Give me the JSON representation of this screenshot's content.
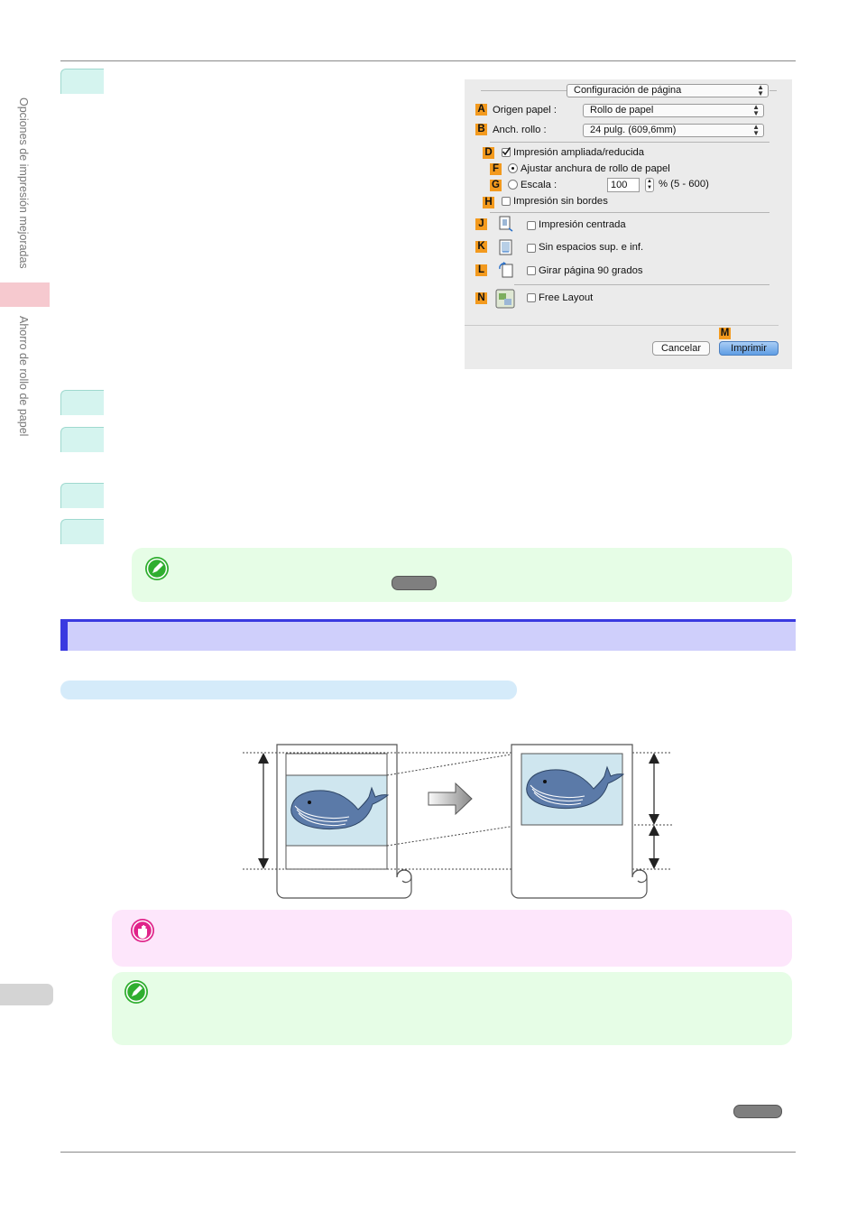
{
  "sidebar": {
    "section_label": "Opciones de impresión mejoradas",
    "chapter_label": "Ahorro de rollo de papel"
  },
  "dialog": {
    "header_select": "Configuración de página",
    "rows": [
      {
        "letter": "A",
        "label": "Origen papel :",
        "value": "Rollo de papel"
      },
      {
        "letter": "B",
        "label": "Anch. rollo :",
        "value": "24 pulg. (609,6mm)"
      }
    ],
    "enlarged": {
      "letter": "D",
      "label": "Impresión ampliada/reducida",
      "checked": true
    },
    "fit_roll": {
      "letter": "F",
      "label": "Ajustar anchura de rollo de papel",
      "selected": true
    },
    "scale": {
      "letter": "G",
      "label": "Escala :",
      "value": "100",
      "range": "% (5 - 600)"
    },
    "borderless": {
      "letter": "H",
      "label": "Impresión sin bordes"
    },
    "options": [
      {
        "letter": "J",
        "icon": "centered-print-icon",
        "label": "Impresión centrada"
      },
      {
        "letter": "K",
        "icon": "no-spaces-icon",
        "label": "Sin espacios sup. e inf."
      },
      {
        "letter": "L",
        "icon": "rotate-page-icon",
        "label": "Girar página 90 grados"
      },
      {
        "letter": "N",
        "icon": "free-layout-icon",
        "label": "Free Layout"
      }
    ],
    "print_letter": "M",
    "cancel_label": "Cancelar",
    "print_label": "Imprimir"
  },
  "colors": {
    "step_marker": "#d5f4ef",
    "note_bg": "#e6fde6",
    "important_bg": "#fde6fb",
    "section_bar": "#cfcffb",
    "section_accent": "#3a3ae0",
    "subsection_bar": "#d5ebfa",
    "label_orange": "#f39a1e"
  },
  "illustration": {
    "left": "whale-image-before-icon",
    "arrow": "arrow-right-icon",
    "right": "whale-image-after-icon"
  }
}
